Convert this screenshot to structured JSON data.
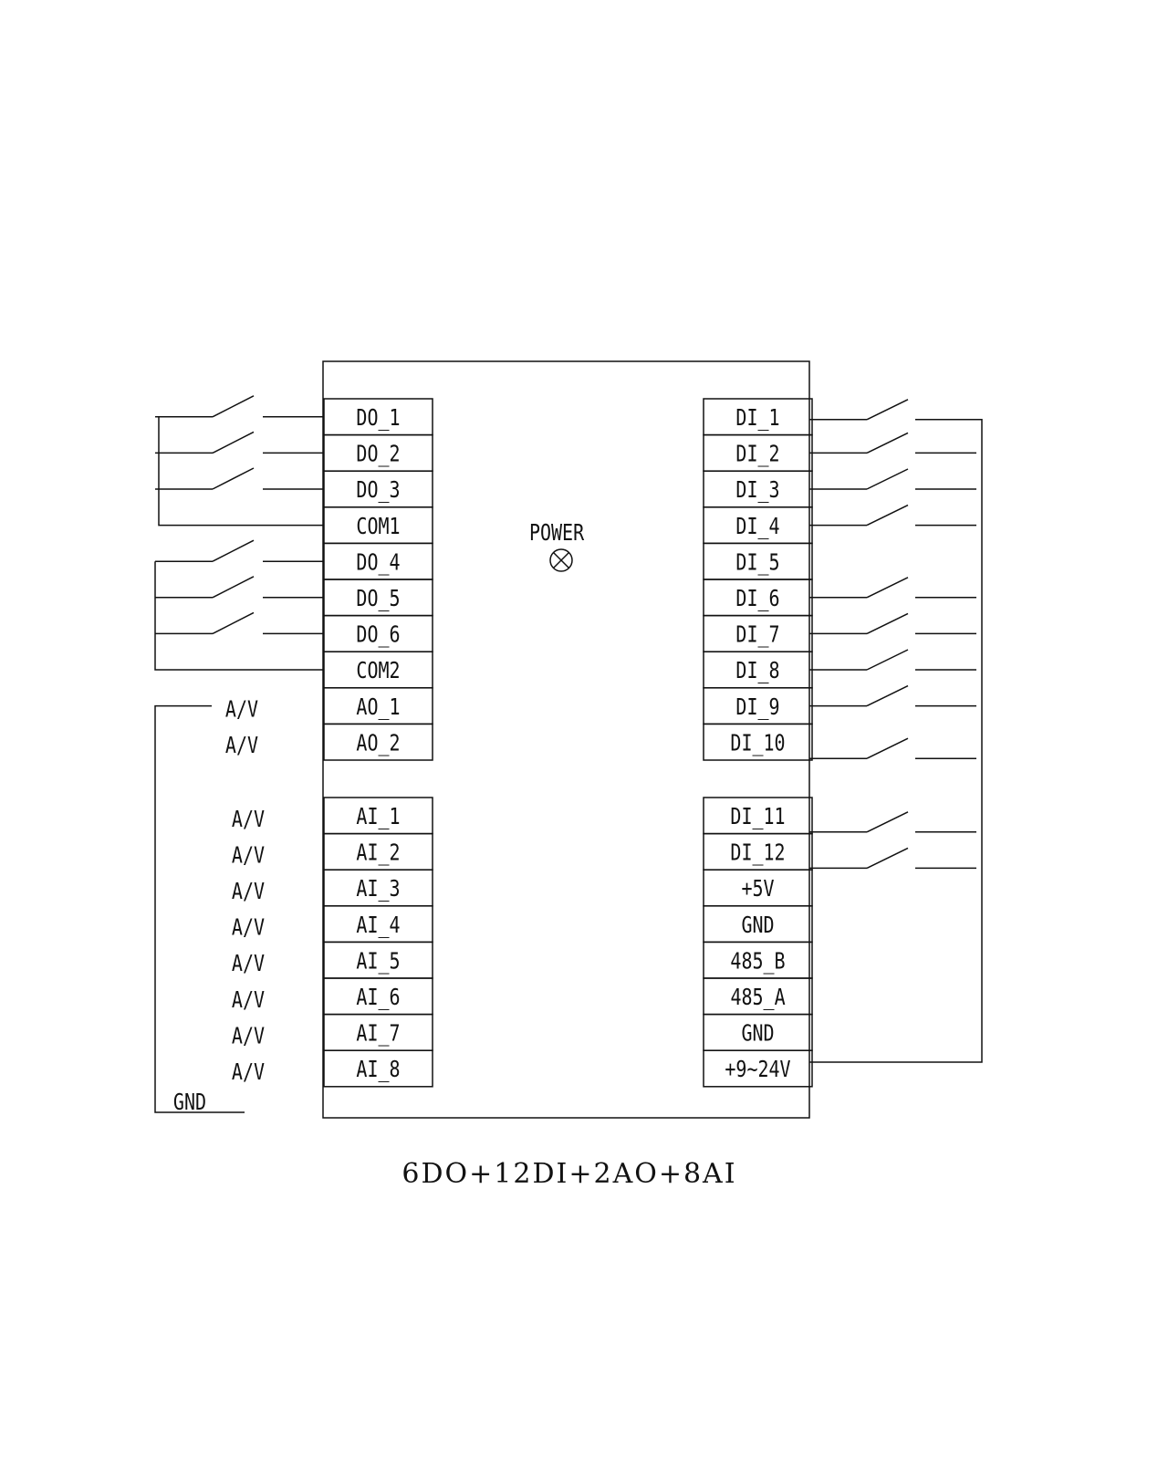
{
  "left_terminals_top": [
    "DO_1",
    "DO_2",
    "DO_3",
    "COM1",
    "DO_4",
    "DO_5",
    "DO_6",
    "COM2",
    "AO_1",
    "AO_2"
  ],
  "left_terminals_bottom": [
    "AI_1",
    "AI_2",
    "AI_3",
    "AI_4",
    "AI_5",
    "AI_6",
    "AI_7",
    "AI_8"
  ],
  "right_terminals_top": [
    "DI_1",
    "DI_2",
    "DI_3",
    "DI_4",
    "DI_5",
    "DI_6",
    "DI_7",
    "DI_8",
    "DI_9",
    "DI_10"
  ],
  "right_terminals_bottom": [
    "DI_11",
    "DI_12",
    "+5V",
    "GND",
    "485_B",
    "485_A",
    "GND",
    "+9~24V"
  ],
  "power_label": "POWER",
  "analog_label": "A/V",
  "gnd_label": "GND",
  "caption": "6DO+12DI+2AO+8AI"
}
